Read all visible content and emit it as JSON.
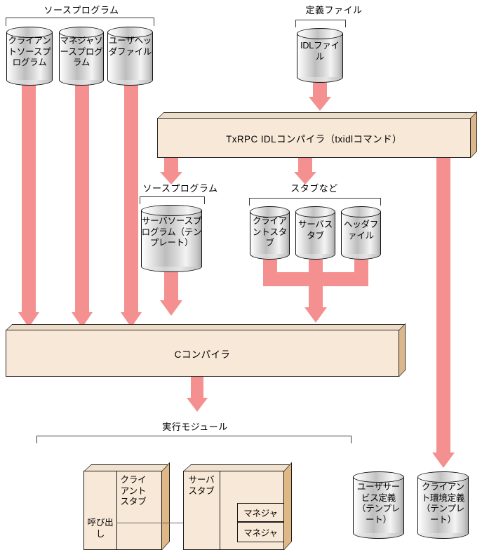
{
  "diagram": {
    "title": "TxRPC IDL compiler flow",
    "colors": {
      "arrow_pink": "#F59090",
      "box_beige": "#F8E8D8",
      "box_side": "#DCB78C",
      "cylinder_gray": "#C8C8C8",
      "outline": "#1B1B1B"
    },
    "groups": {
      "source_program_top": "ソースプログラム",
      "definition_file": "定義ファイル",
      "source_program_mid": "ソースプログラム",
      "stubs_etc": "スタブなど",
      "execution_module": "実行モジュール"
    },
    "cylinders": {
      "client_source_program": "クライアントソースプログラム",
      "manager_source_program": "マネジャソースプログラム",
      "user_header_file": "ユーザヘッダファイル",
      "idl_file": "IDLファイル",
      "server_source_program": "サーバソースプログラム（テンプレート）",
      "client_stub": "クライアントスタブ",
      "server_stub": "サーバスタブ",
      "header_file": "ヘッダファイル",
      "user_service_definition": "ユーザサービス定義（テンプレート）",
      "client_environment_definition": "クライアント環境定義（テンプレート）"
    },
    "processes": {
      "txrpc_idl_compiler": "TxRPC IDLコンパイラ（txidlコマンド）",
      "c_compiler": "Cコンパイラ"
    },
    "execution_module": {
      "client_box": {
        "call_label": "呼び出し",
        "stub_label": "クライアントスタブ"
      },
      "server_box": {
        "stub_label": "サーバスタブ",
        "manager_1": "マネジャ",
        "manager_2": "マネジャ"
      }
    }
  }
}
